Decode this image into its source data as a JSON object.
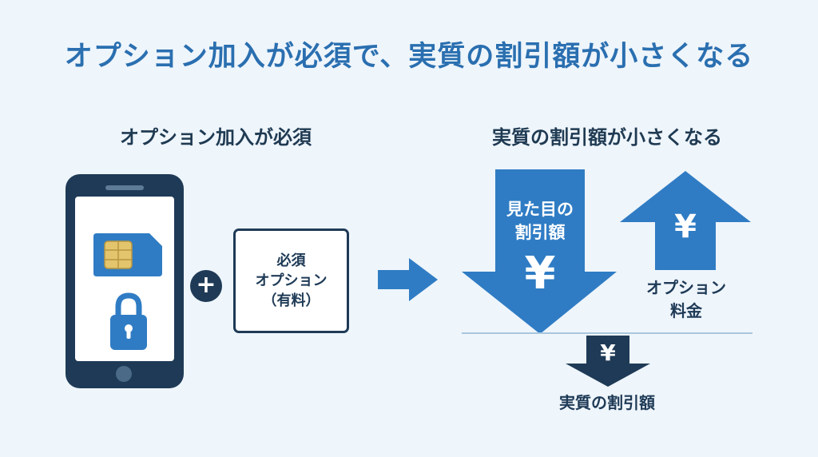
{
  "title": "オプション加入が必須で、実質の割引額が小さくなる",
  "left_panel": {
    "heading": "オプション加入が必須",
    "plus_symbol": "+",
    "option_box": {
      "line1": "必須",
      "line2": "オプション",
      "line3": "（有料）"
    }
  },
  "right_panel": {
    "heading": "実質の割引額が小さくなる",
    "apparent_discount": {
      "line1": "見た目の",
      "line2": "割引額",
      "symbol": "¥"
    },
    "option_fee": {
      "line1": "オプション",
      "line2": "料金",
      "symbol": "¥"
    },
    "actual_discount": {
      "label": "実質の割引額",
      "symbol": "¥"
    }
  },
  "colors": {
    "title": "#2a6fb0",
    "dark_navy": "#1e3a56",
    "blue": "#2f7cc4",
    "background": "#eef5fb"
  },
  "icons": [
    "phone-icon",
    "sim-card-icon",
    "lock-icon",
    "plus-icon",
    "right-arrow-icon",
    "down-arrow-icon",
    "up-arrow-icon"
  ]
}
